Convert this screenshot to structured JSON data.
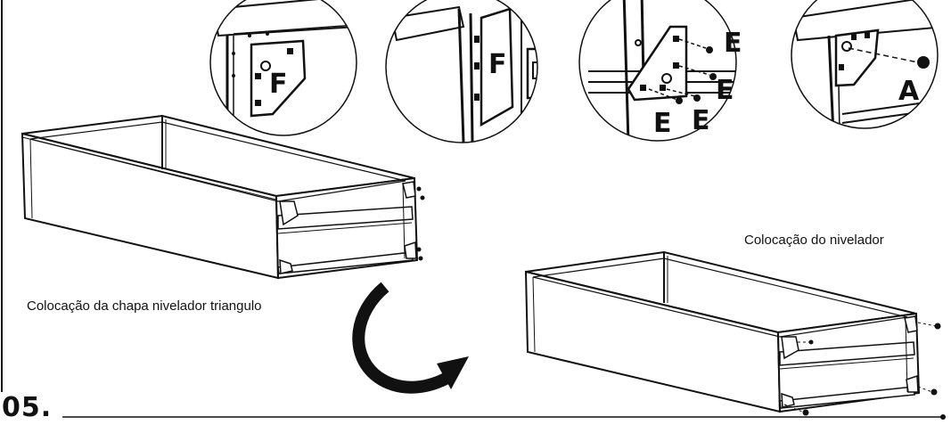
{
  "captions": {
    "left": "Colocação da chapa nivelador triangulo",
    "right": "Colocação do nivelador"
  },
  "step_number": "05.",
  "detail_labels": {
    "d1": "F",
    "d2": "F",
    "d3_e1": "E",
    "d3_e2": "E",
    "d3_e3": "E",
    "d3_e4": "E",
    "d4": "A"
  }
}
